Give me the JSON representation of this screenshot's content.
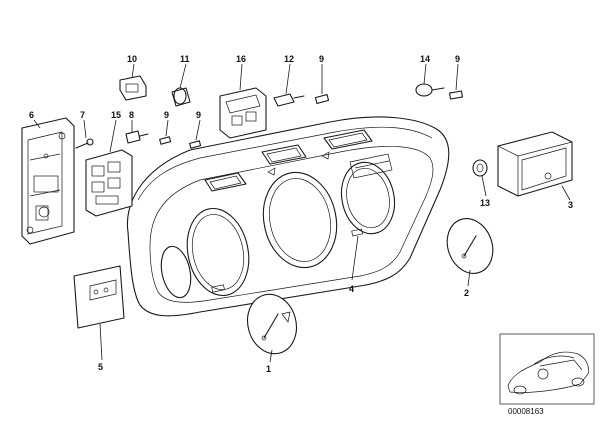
{
  "parts": [
    {
      "id": "p1",
      "number": "1"
    },
    {
      "id": "p2",
      "number": "2"
    },
    {
      "id": "p3",
      "number": "3"
    },
    {
      "id": "p4",
      "number": "4"
    },
    {
      "id": "p5",
      "number": "5"
    },
    {
      "id": "p6",
      "number": "6"
    },
    {
      "id": "p7",
      "number": "7"
    },
    {
      "id": "p8",
      "number": "8"
    },
    {
      "id": "p9a",
      "number": "9"
    },
    {
      "id": "p9b",
      "number": "9"
    },
    {
      "id": "p9c",
      "number": "9"
    },
    {
      "id": "p9d",
      "number": "9"
    },
    {
      "id": "p10",
      "number": "10"
    },
    {
      "id": "p11",
      "number": "11"
    },
    {
      "id": "p12",
      "number": "12"
    },
    {
      "id": "p13",
      "number": "13"
    },
    {
      "id": "p14",
      "number": "14"
    },
    {
      "id": "p15",
      "number": "15"
    },
    {
      "id": "p16",
      "number": "16"
    }
  ],
  "diagram_code": "00008163"
}
